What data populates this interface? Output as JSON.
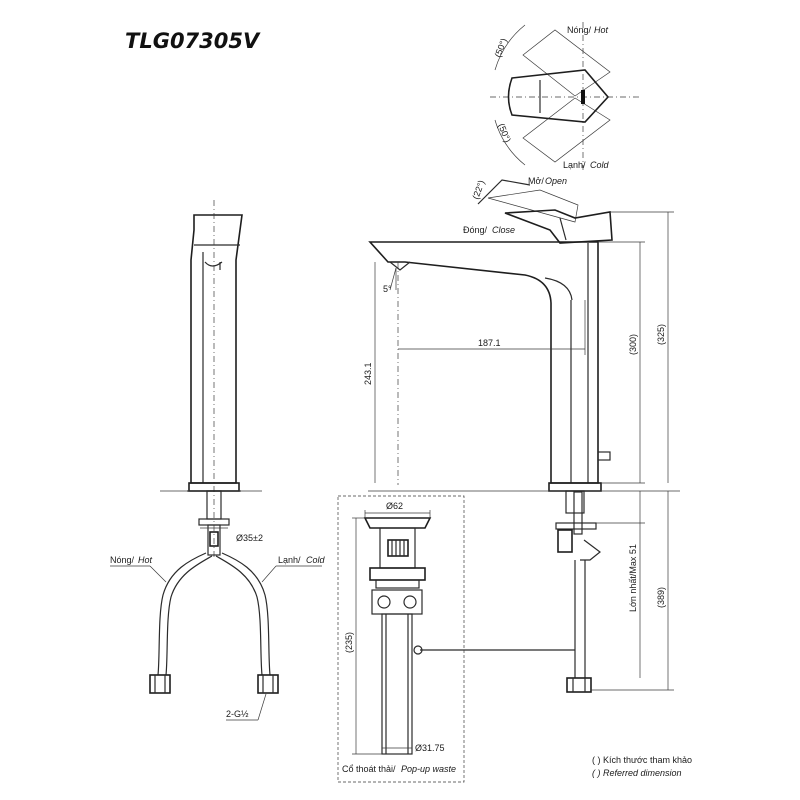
{
  "title": "TLG07305V",
  "handle_top_view": {
    "hot_label_vi": "Nóng/",
    "hot_label_en": "Hot",
    "cold_label_vi": "Lạnh/",
    "cold_label_en": "Cold",
    "angle_upper": "(50°)",
    "angle_lower": "(50°)"
  },
  "side_view": {
    "open_label_vi": "Mở/",
    "open_label_en": "Open",
    "close_label_vi": "Đóng/",
    "close_label_en": "Close",
    "lever_angle": "(22°)",
    "spout_angle": "5°",
    "spout_reach": "187.1",
    "spout_height": "243.1",
    "dim_300": "(300)",
    "dim_325": "(325)",
    "dim_max51": "Lớn nhất/Max 51",
    "dim_389": "(389)"
  },
  "front_view": {
    "hole_dia": "Ø35±2",
    "hot_hose_vi": "Nóng/",
    "hot_hose_en": "Hot",
    "cold_hose_vi": "Lạnh/",
    "cold_hose_en": "Cold",
    "thread": "2-G½"
  },
  "waste": {
    "top_dia": "Ø62",
    "length": "(235)",
    "bottom_dia": "Ø31.75",
    "caption_vi": "Cổ thoát thải/",
    "caption_en": "Pop-up waste"
  },
  "legend": {
    "line1": "( ) Kích thước tham khảo",
    "line2": "( ) Referred dimension"
  }
}
